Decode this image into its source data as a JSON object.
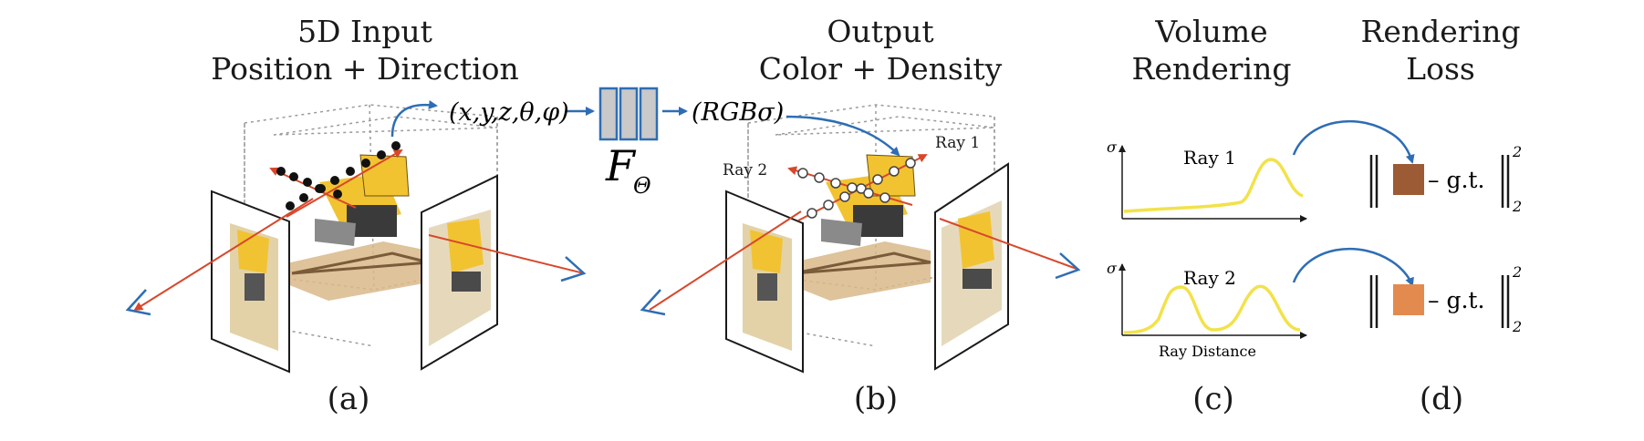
{
  "headers": {
    "a_line1": "5D Input",
    "a_line2": "Position + Direction",
    "b_line1": "Output",
    "b_line2": "Color + Density",
    "c_line1": "Volume",
    "c_line2": "Rendering",
    "d_line1": "Rendering",
    "d_line2": "Loss"
  },
  "formula": {
    "input": "(x,y,z,θ,φ)",
    "network": "F",
    "network_sub": "Θ",
    "output": "(RGBσ)"
  },
  "panel_b": {
    "ray1": "Ray 1",
    "ray2": "Ray 2"
  },
  "panel_c": {
    "sigma_top": "σ",
    "sigma_bottom": "σ",
    "ray1": "Ray 1",
    "ray2": "Ray 2",
    "xlabel": "Ray Distance"
  },
  "panel_d": {
    "gt_top": "– g.t.",
    "gt_bottom": "– g.t.",
    "sup_top": "2",
    "sub_top": "2",
    "sup_bottom": "2",
    "sub_bottom": "2"
  },
  "captions": {
    "a": "(a)",
    "b": "(b)",
    "c": "(c)",
    "d": "(d)"
  },
  "colors": {
    "blue": "#2e6db4",
    "red": "#d8472a",
    "yellow": "#f2e24a",
    "swatch_top": "#9c5a35",
    "swatch_bottom": "#e38b4e",
    "network_fill": "#c9c9c9"
  }
}
